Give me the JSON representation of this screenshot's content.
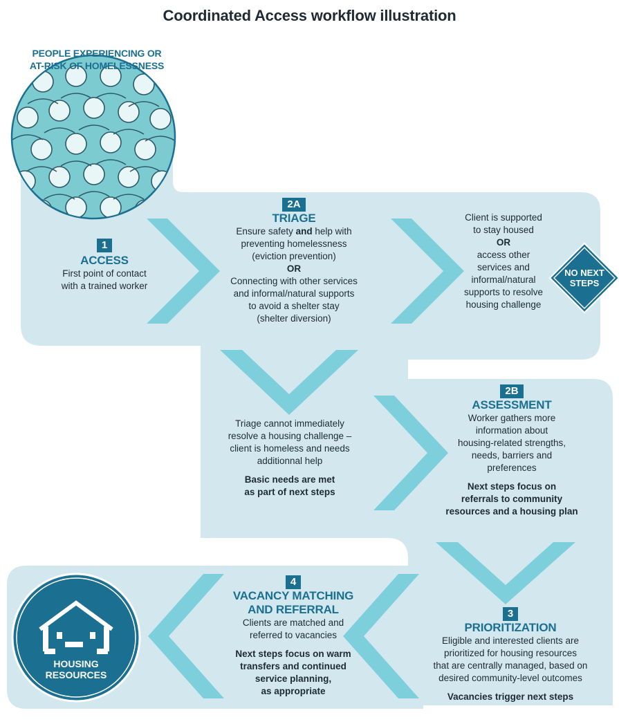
{
  "title": "Coordinated Access workflow illustration",
  "people": {
    "label_line1": "PEOPLE EXPERIENCING OR",
    "label_line2": "AT-RISK OF HOMELESSNESS"
  },
  "access": {
    "number": "1",
    "heading": "ACCESS",
    "lines": [
      "First point of contact",
      "with a trained worker"
    ]
  },
  "triage": {
    "number": "2A",
    "heading": "TRIAGE",
    "line1_a": "Ensure safety ",
    "line1_b": "and",
    "line1_c": " help with",
    "lines": [
      "preventing homelessness",
      "(eviction prevention)"
    ],
    "or": "OR",
    "lines2": [
      "Connecting with other services",
      "and informal/natural supports",
      "to avoid a shelter stay",
      "(shelter diversion)"
    ]
  },
  "supported": {
    "lines": [
      "Client is supported",
      "to stay housed"
    ],
    "or": "OR",
    "lines2": [
      "access other",
      "services and",
      "informal/natural",
      "supports to resolve",
      "housing challenge"
    ]
  },
  "no_next_steps": {
    "line1": "NO NEXT",
    "line2": "STEPS"
  },
  "triage_cannot": {
    "lines": [
      "Triage cannot immediately",
      "resolve a housing challenge –",
      "client is homeless and needs",
      "additionnal help"
    ],
    "bold_lines": [
      "Basic needs are met",
      "as part of next steps"
    ]
  },
  "assessment": {
    "number": "2B",
    "heading": "ASSESSMENT",
    "lines": [
      "Worker gathers more",
      "information about",
      "housing-related strengths,",
      "needs, barriers and",
      "preferences"
    ],
    "bold_lines": [
      "Next steps focus on",
      "referrals to community",
      "resources and a housing plan"
    ]
  },
  "prioritization": {
    "number": "3",
    "heading": "PRIORITIZATION",
    "lines": [
      "Eligible and interested clients are",
      "prioritized for housing resources",
      "that are centrally managed, based on",
      "desired community-level outcomes"
    ],
    "bold_line": "Vacancies trigger next steps"
  },
  "vacancy": {
    "number": "4",
    "heading_line1": "VACANCY MATCHING",
    "heading_line2": "AND REFERRAL",
    "lines": [
      "Clients are matched and",
      "referred to vacancies"
    ],
    "bold_lines": [
      "Next steps focus on warm",
      "transfers and continued",
      "service planning,",
      "as appropriate"
    ]
  },
  "housing": {
    "line1": "HOUSING",
    "line2": "RESOURCES"
  },
  "colors": {
    "accent": "#1b6f91",
    "band": "#d3e8ee",
    "chevron": "#7ecfdc",
    "crowd": "#7ccbd1"
  }
}
